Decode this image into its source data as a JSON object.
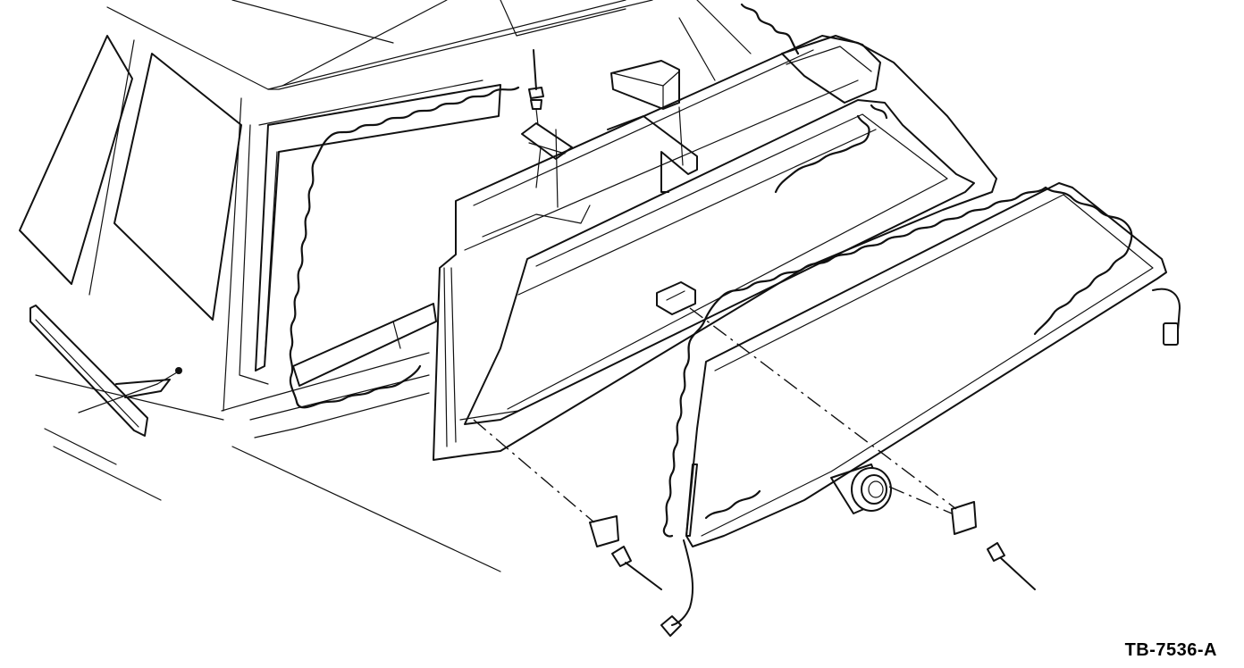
{
  "figure": {
    "id_label": "TB-7536-A"
  },
  "parts": [
    "vehicle-body-outline",
    "rear-window-opening",
    "rear-window-seal",
    "side-trim-molding",
    "trim-clip",
    "liftgate-panel",
    "roof-spoiler",
    "glass-panel",
    "glass-seal",
    "wiring-harness",
    "connector",
    "grommet",
    "retaining-bracket",
    "retaining-rivet",
    "mounting-bolt",
    "mounting-bracket"
  ],
  "colors": {
    "ink": "#111111",
    "paper": "#ffffff"
  }
}
